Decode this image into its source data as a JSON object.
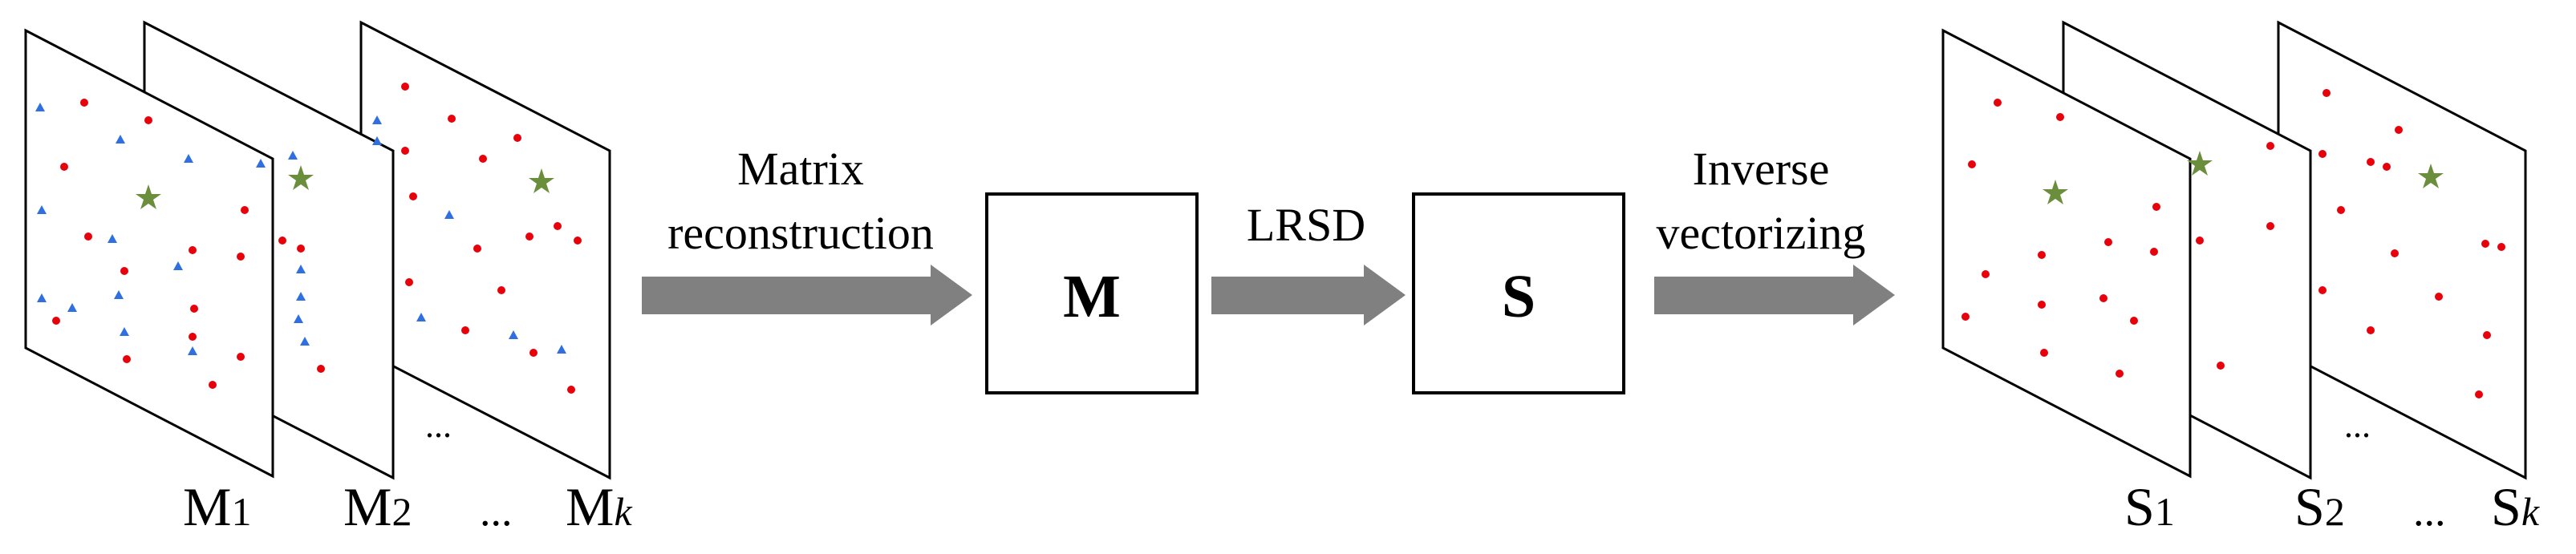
{
  "left_group": {
    "labels": [
      {
        "base": "M",
        "sub": "1"
      },
      {
        "base": "M",
        "sub": "2"
      },
      {
        "base": "M",
        "sub": "k"
      }
    ],
    "ellipsis_between": "...",
    "ellipsis_under": "..."
  },
  "right_group": {
    "labels": [
      {
        "base": "S",
        "sub": "1"
      },
      {
        "base": "S",
        "sub": "2"
      },
      {
        "base": "S",
        "sub": "k"
      }
    ],
    "ellipsis_between": "...",
    "ellipsis_under": "..."
  },
  "arrows": [
    {
      "line1": "Matrix",
      "line2": "reconstruction"
    },
    {
      "line1": "LRSD",
      "line2": ""
    },
    {
      "line1": "Inverse",
      "line2": "vectorizing"
    }
  ],
  "boxes": [
    {
      "label": "M"
    },
    {
      "label": "S"
    }
  ],
  "colors": {
    "dot": "#e8000b",
    "triangle": "#2f6fe0",
    "star": "#6b8e3d",
    "arrow": "#808080",
    "frame": "#000000"
  }
}
